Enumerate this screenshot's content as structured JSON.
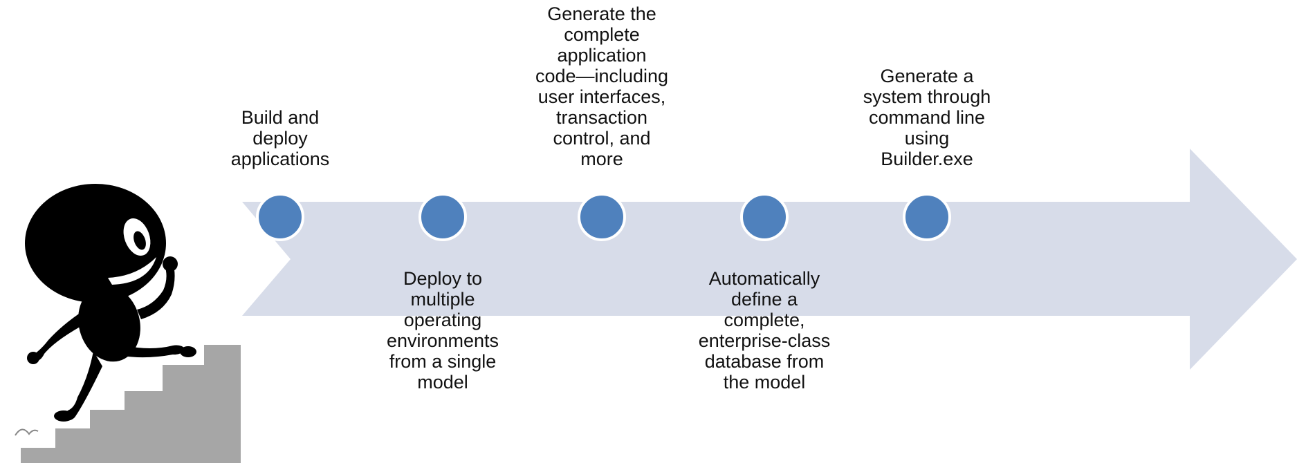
{
  "colors": {
    "arrow": "#d7dce9",
    "node_fill": "#4f81bd",
    "node_ring": "#ffffff",
    "figure": "#000000",
    "stairs": "#a6a6a6"
  },
  "figure": {
    "icon": "climbing-stairs-figure-icon"
  },
  "timeline": {
    "above": [
      {
        "lines": [
          "Build and",
          "deploy",
          "applications"
        ]
      },
      {
        "lines": [
          "Generate the",
          "complete",
          "application",
          "code—including",
          "user interfaces,",
          "transaction",
          "control, and",
          "more"
        ]
      },
      {
        "lines": [
          "Generate a",
          "system through",
          "command line",
          "using",
          "Builder.exe"
        ]
      }
    ],
    "below": [
      {
        "lines": [
          "Deploy to",
          "multiple",
          "operating",
          "environments",
          "from a single",
          "model"
        ]
      },
      {
        "lines": [
          "Automatically",
          "define a",
          "complete,",
          "enterprise-class",
          "database from",
          "the model"
        ]
      }
    ]
  }
}
